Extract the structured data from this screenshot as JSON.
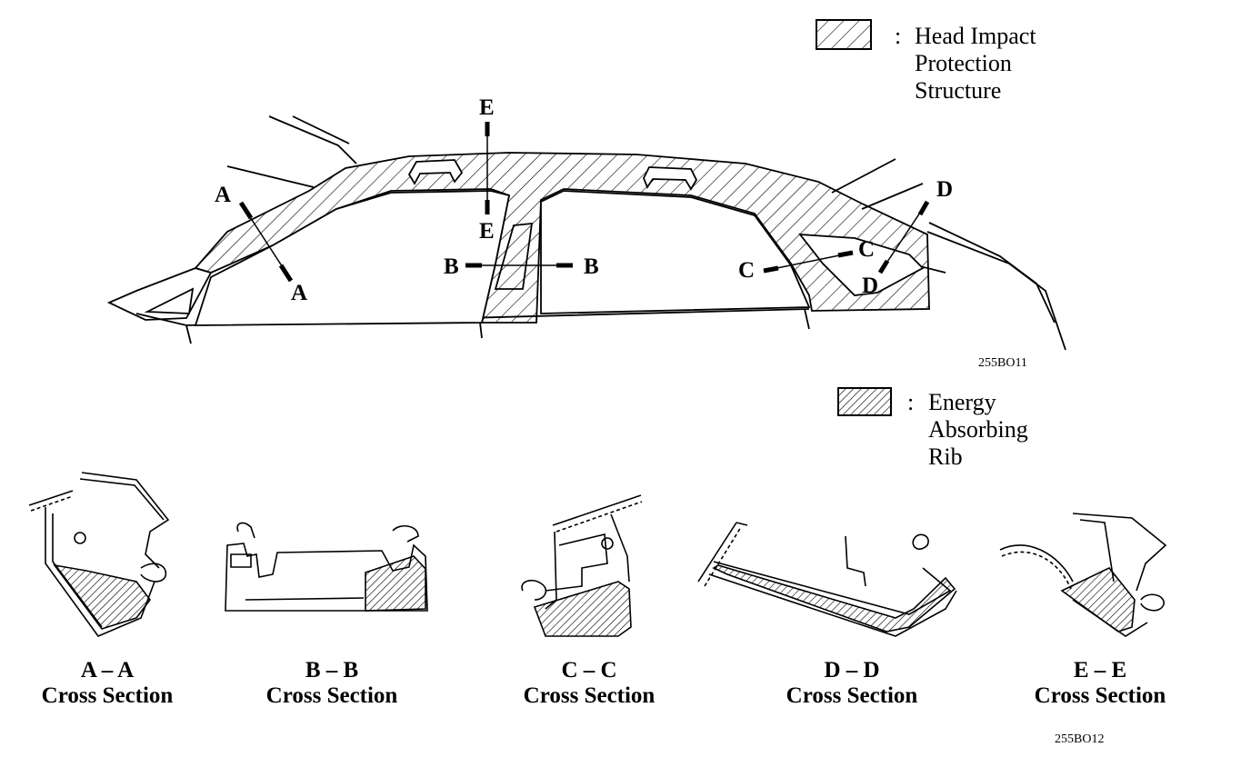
{
  "legend": {
    "head_impact": {
      "colon": ":",
      "lines": [
        "Head Impact",
        "Protection",
        "Structure"
      ]
    },
    "energy_rib": {
      "colon": ":",
      "lines": [
        "Energy",
        "Absorbing",
        "Rib"
      ]
    }
  },
  "section_markers": {
    "a_top": "A",
    "a_bottom": "A",
    "b_left": "B",
    "b_right": "B",
    "c_left": "C",
    "c_right": "C",
    "d_top": "D",
    "d_bottom": "D",
    "e_top": "E",
    "e_bottom": "E"
  },
  "figure_codes": {
    "top": "255BO11",
    "bottom": "255BO12"
  },
  "cross_sections": [
    {
      "title": "A – A",
      "subtitle": "Cross Section"
    },
    {
      "title": "B – B",
      "subtitle": "Cross Section"
    },
    {
      "title": "C – C",
      "subtitle": "Cross Section"
    },
    {
      "title": "D – D",
      "subtitle": "Cross Section"
    },
    {
      "title": "E – E",
      "subtitle": "Cross Section"
    }
  ]
}
